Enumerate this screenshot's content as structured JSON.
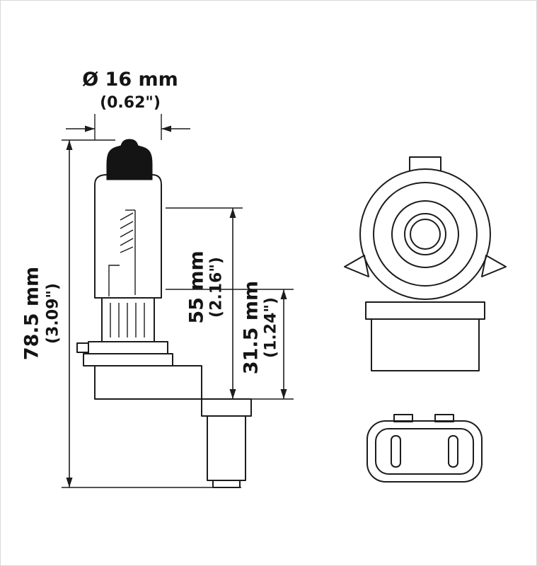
{
  "diagram": {
    "type": "technical-drawing",
    "subject": "halogen headlight bulb with right-angle connector, side view and front views",
    "colors": {
      "line": "#1c1c1c",
      "background": "#ffffff"
    }
  },
  "dimensions": {
    "diameter": {
      "metric": "Ø 16 mm",
      "imperial": "(0.62\")"
    },
    "overall_length": {
      "metric": "78.5 mm",
      "imperial": "(3.09\")"
    },
    "upper_length": {
      "metric": "55 mm",
      "imperial": "(2.16\")"
    },
    "base_length": {
      "metric": "31.5 mm",
      "imperial": "(1.24\")"
    }
  }
}
